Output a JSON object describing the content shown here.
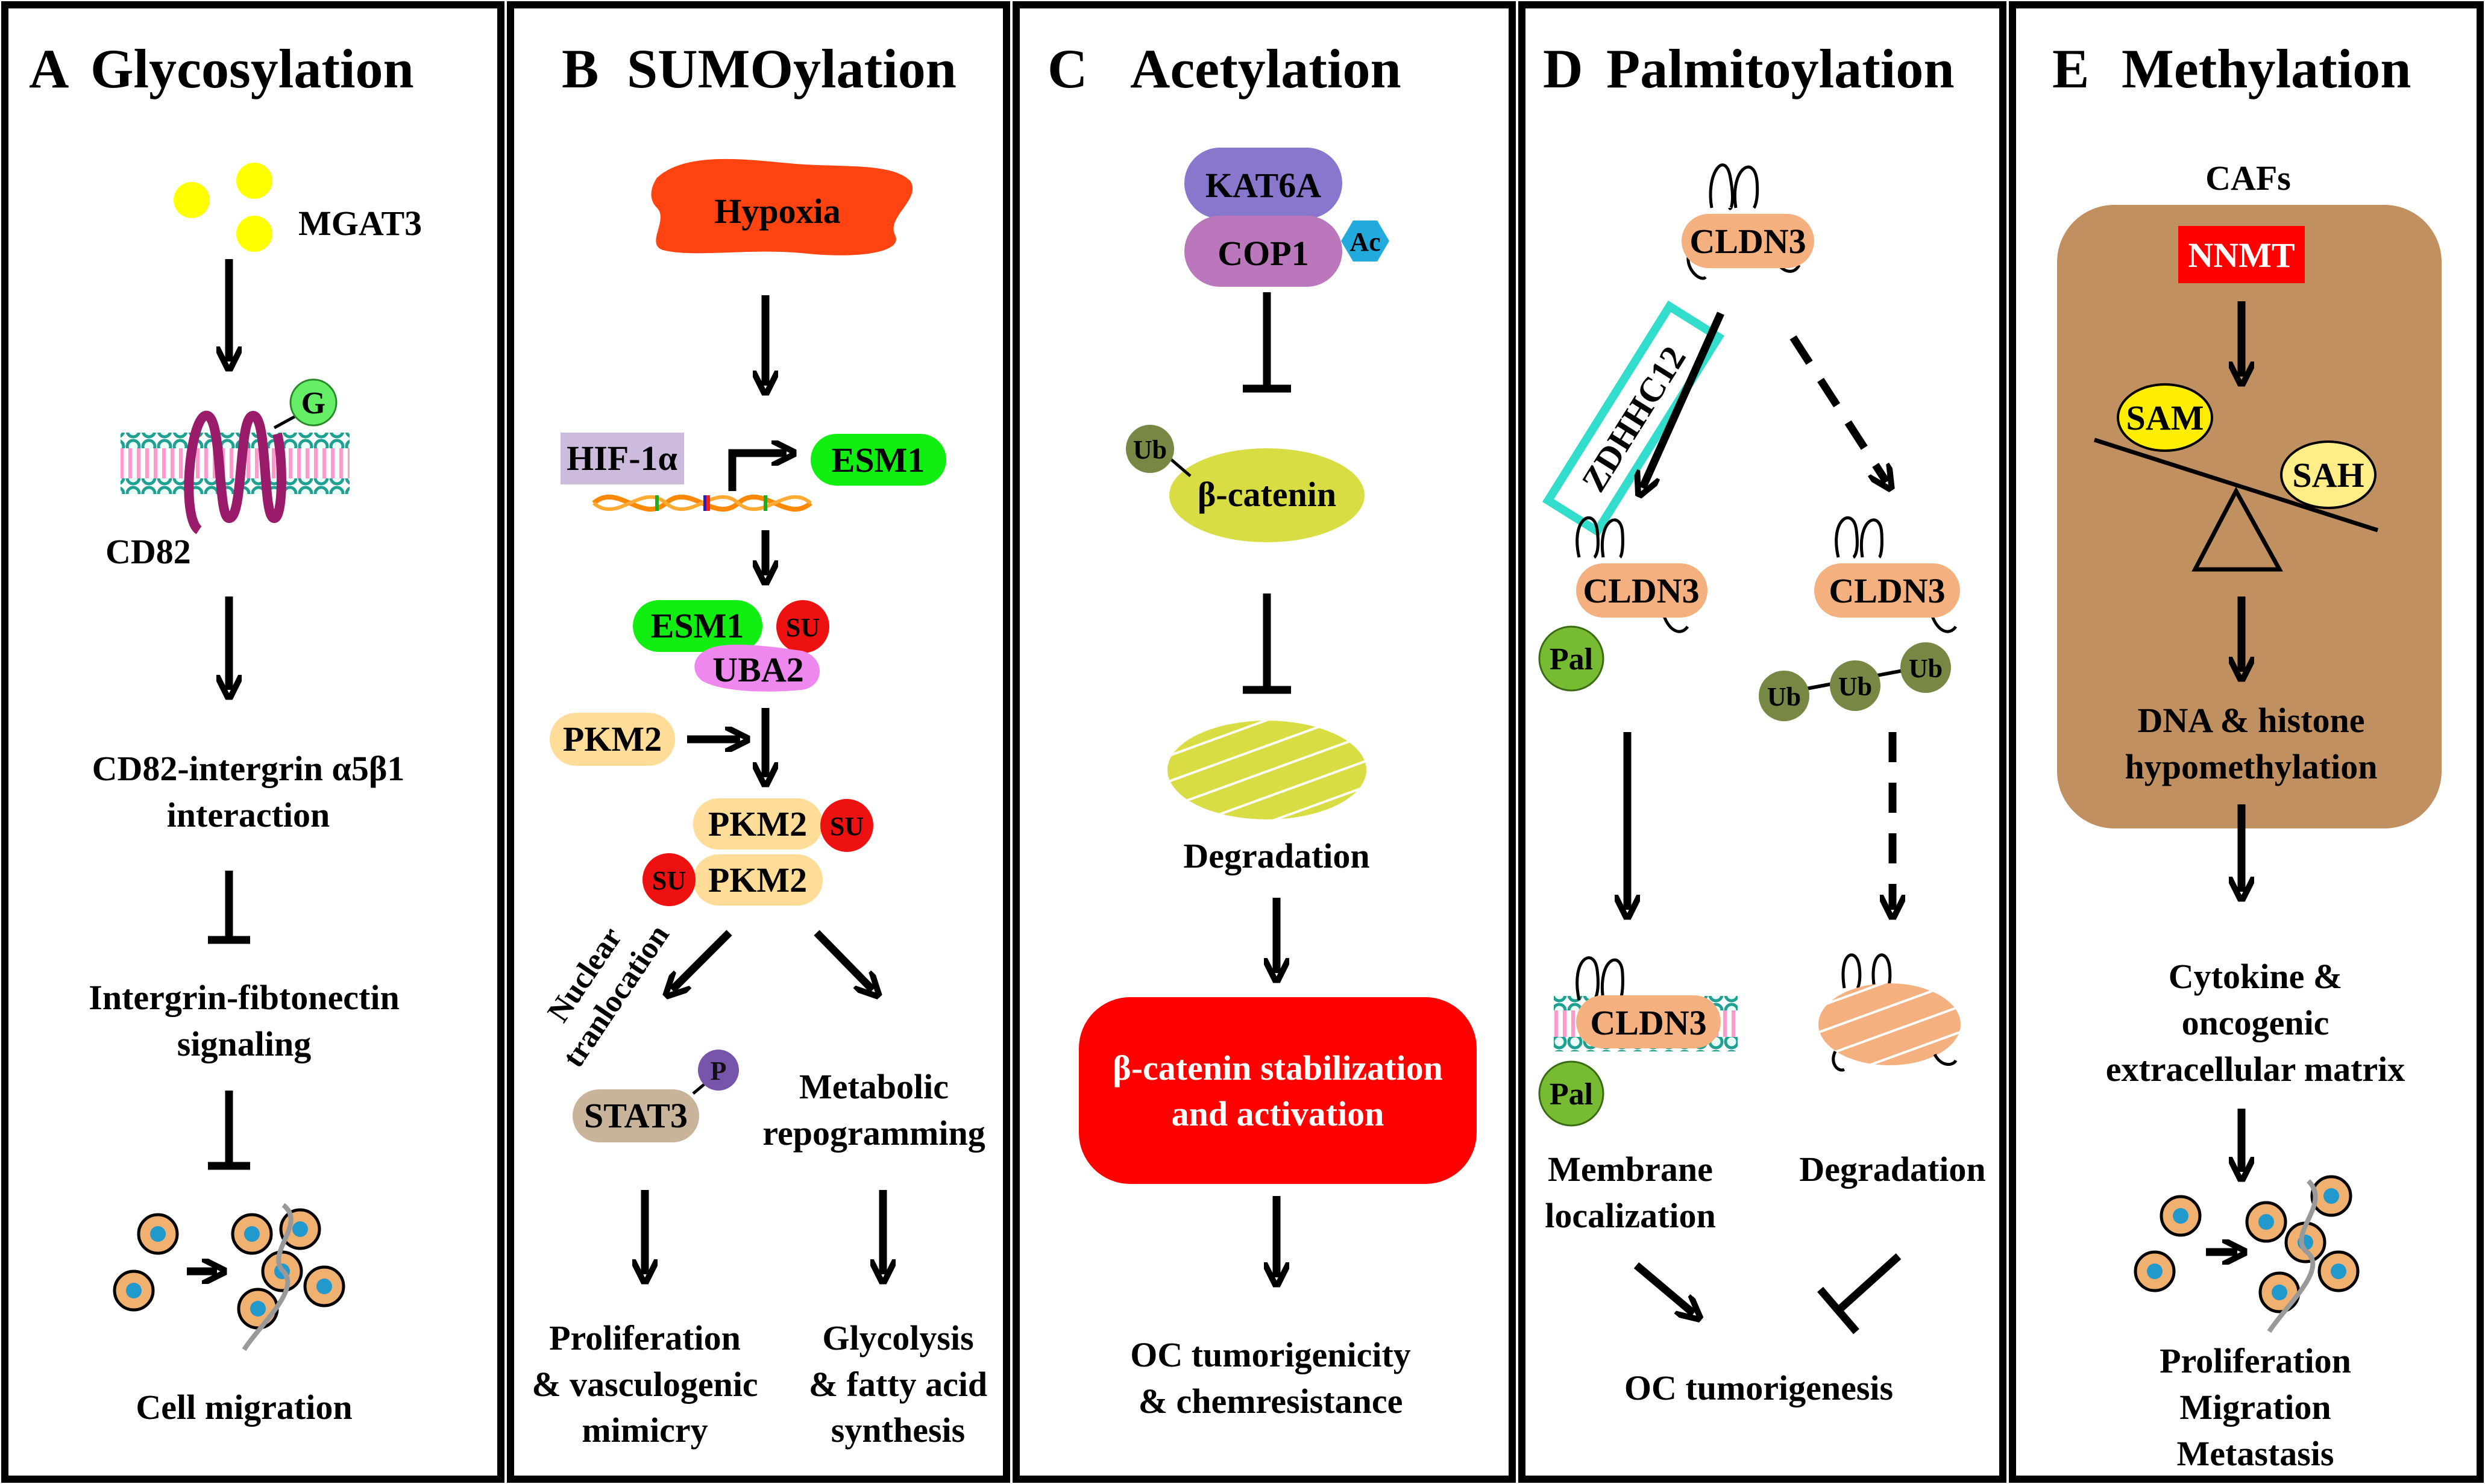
{
  "panels": {
    "a": {
      "letter": "A",
      "title": "Glycosylation",
      "mgat3": "MGAT3",
      "g": "G",
      "cd82": "CD82",
      "interaction": [
        "CD82-intergrin α5β1",
        "interaction"
      ],
      "signaling": [
        "Intergrin-fibtonectin",
        "signaling"
      ],
      "outcome": "Cell migration"
    },
    "b": {
      "letter": "B",
      "title": "SUMOylation",
      "hypoxia": "Hypoxia",
      "hif": "HIF-1α",
      "esm1": "ESM1",
      "su": "SU",
      "uba2": "UBA2",
      "pkm2": "PKM2",
      "nuclear": [
        "Nuclear",
        "tranlocation"
      ],
      "p": "P",
      "stat3": "STAT3",
      "metabolic": [
        "Metabolic",
        "repogramming"
      ],
      "outcome_left": [
        "Proliferation",
        "& vasculogenic",
        "mimicry"
      ],
      "outcome_right": [
        "Glycolysis",
        "& fatty acid",
        "synthesis"
      ]
    },
    "c": {
      "letter": "C",
      "title": "Acetylation",
      "kat6a": "KAT6A",
      "cop1": "COP1",
      "ac": "Ac",
      "ub": "Ub",
      "bcatenin": "β-catenin",
      "degradation": "Degradation",
      "stabilization": [
        "β-catenin stabilization",
        "and activation"
      ],
      "outcome": [
        "OC tumorigenicity",
        "& chemresistance"
      ]
    },
    "d": {
      "letter": "D",
      "title": "Palmitoylation",
      "cldn3": "CLDN3",
      "zdhhc12": "ZDHHC12",
      "pal": "Pal",
      "ub": "Ub",
      "membrane": [
        "Membrane",
        "localization"
      ],
      "degradation": "Degradation",
      "outcome": "OC tumorigenesis"
    },
    "e": {
      "letter": "E",
      "title": "Methylation",
      "cafs": "CAFs",
      "nnmt": "NNMT",
      "sam": "SAM",
      "sah": "SAH",
      "hypomethylation": [
        "DNA & histone",
        "hypomethylation"
      ],
      "cytokine": [
        "Cytokine &",
        "oncogenic",
        "extracellular matrix"
      ],
      "outcome": [
        "Proliferation",
        "Migration",
        "Metastasis"
      ]
    }
  },
  "colors": {
    "yellow_dot": "#ffff00",
    "g_green": "#66ee66",
    "membrane_teal": "#20a090",
    "membrane_pink": "#ff99cc",
    "cd82_purple": "#9b1b6b",
    "hypoxia": "#ff4411",
    "hif_lavender": "#ccbbdd",
    "esm1_green": "#11ee11",
    "su_red": "#ee1111",
    "uba2_pink": "#ee88ee",
    "pkm2_peach": "#ffdd99",
    "stat3_tan": "#c8b49a",
    "p_purple": "#7755aa",
    "kat6a": "#8877cc",
    "cop1": "#bb77bb",
    "ac_blue": "#22aadd",
    "ub_olive": "#778844",
    "catenin_lime": "#d8dd44",
    "stab_red": "#ff0000",
    "cldn3_orange": "#f5b080",
    "zdhhc12_cyan": "#33ddcc",
    "pal_green": "#77bb33",
    "caf_brown": "#c09060",
    "nnmt_red": "#ff0000",
    "sam_yellow": "#ffee00",
    "sah_yellow": "#ffee88",
    "cell_orange": "#f0b070",
    "nucleus_blue": "#2299cc"
  }
}
